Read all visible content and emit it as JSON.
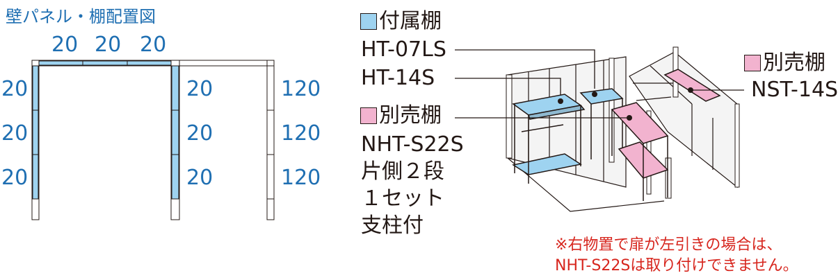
{
  "title": "壁パネル・棚配置図",
  "plan": {
    "top_labels": [
      "20",
      "20",
      "20"
    ],
    "left_labels": [
      "20",
      "20",
      "20"
    ],
    "mid_labels": [
      "20",
      "20",
      "20"
    ],
    "right_labels": [
      "120",
      "120",
      "120"
    ]
  },
  "legend": {
    "attached": {
      "label": "付属棚",
      "color": "#9ed3f0",
      "items": [
        "HT-07LS",
        "HT-14S"
      ]
    },
    "sold_separately_left": {
      "label": "別売棚",
      "color": "#f2b3cf",
      "items": [
        "NHT-S22S",
        "片側２段",
        "１セット",
        "支柱付"
      ]
    },
    "sold_separately_right": {
      "label": "別売棚",
      "color": "#f2b3cf",
      "items": [
        "NST-14S"
      ]
    }
  },
  "note": {
    "line1": "※右物置で扉が左引きの場合は、",
    "line2": "NHT-S22Sは取り付けできません。"
  }
}
